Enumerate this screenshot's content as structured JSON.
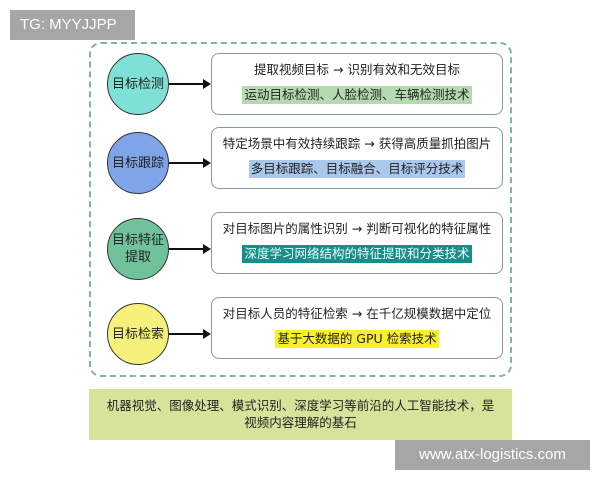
{
  "watermarks": {
    "top_left": "TG: MYYJJPP",
    "bottom_right": "www.atx-logistics.com"
  },
  "colors": {
    "container_border": "#7fb3a3",
    "footer_bg": "#d6e39a",
    "circle_colors": [
      "#7fe0d6",
      "#7fa4e8",
      "#6fc29a",
      "#f5f17a"
    ],
    "highlight_colors": [
      "#b6d9b0",
      "#a9c8ea",
      "#1a8c8a",
      "#f7f02a"
    ]
  },
  "stages": [
    {
      "circle_label_lines": [
        "目标检测"
      ],
      "description": "提取视频目标 → 识别有效和无效目标",
      "technology": "运动目标检测、人脸检测、车辆检测技术"
    },
    {
      "circle_label_lines": [
        "目标跟踪"
      ],
      "description": "特定场景中有效持续跟踪 → 获得高质量抓拍图片",
      "technology": "多目标跟踪、目标融合、目标评分技术"
    },
    {
      "circle_label_lines": [
        "目标特征",
        "提取"
      ],
      "description": "对目标图片的属性识别 → 判断可视化的特征属性",
      "technology": "深度学习网络结构的特征提取和分类技术"
    },
    {
      "circle_label_lines": [
        "目标检索"
      ],
      "description": "对目标人员的特征检索 → 在千亿规模数据中定位",
      "technology": "基于大数据的 GPU 检索技术"
    }
  ],
  "footer": {
    "line1": "机器视觉、图像处理、模式识别、深度学习等前沿的人工智能技术，是",
    "line2": "视频内容理解的基石"
  }
}
